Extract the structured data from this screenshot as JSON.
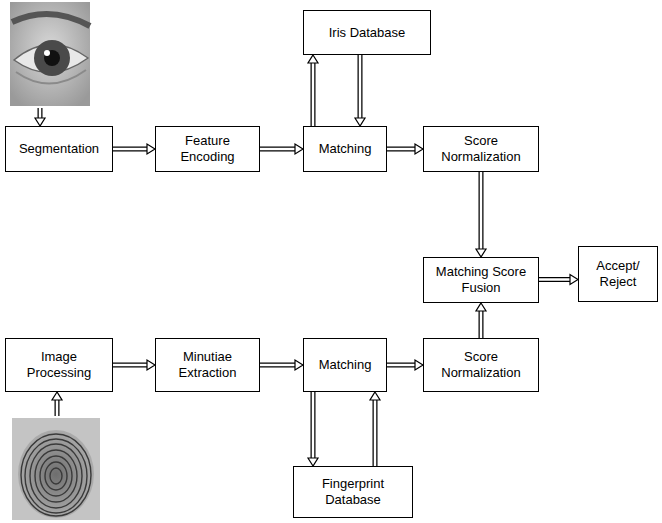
{
  "diagram": {
    "nodes": [
      {
        "text": [
          "Iris Database"
        ]
      },
      {
        "text": [
          "Segmentation"
        ]
      },
      {
        "text": [
          "Feature Encoding"
        ]
      },
      {
        "text": [
          "Matching"
        ]
      },
      {
        "text": [
          "Score Normalization"
        ]
      },
      {
        "text": [
          "Matching Score Fusion"
        ]
      },
      {
        "text": [
          "Accept/ Reject"
        ]
      },
      {
        "text": [
          "Image Processing"
        ]
      },
      {
        "text": [
          "Minutiae Extraction"
        ]
      },
      {
        "text": [
          "Matching"
        ]
      },
      {
        "text": [
          "Score Normalization"
        ]
      },
      {
        "text": [
          "Fingerprint Database"
        ]
      }
    ],
    "edges": [
      {
        "from": 1,
        "to": 2,
        "arrow": "to"
      },
      {
        "from": 2,
        "to": 3,
        "arrow": "to"
      },
      {
        "from": 3,
        "to": 0,
        "arrow": "to"
      },
      {
        "from": 0,
        "to": 3,
        "arrow": "to"
      },
      {
        "from": 3,
        "to": 4,
        "arrow": "to"
      },
      {
        "from": 4,
        "to": 5,
        "arrow": "to"
      },
      {
        "from": 5,
        "to": 6,
        "arrow": "to"
      },
      {
        "from": 7,
        "to": 8,
        "arrow": "to"
      },
      {
        "from": 8,
        "to": 9,
        "arrow": "to"
      },
      {
        "from": 9,
        "to": 11,
        "arrow": "to"
      },
      {
        "from": 11,
        "to": 9,
        "arrow": "to"
      },
      {
        "from": 9,
        "to": 10,
        "arrow": "to"
      },
      {
        "from": 10,
        "to": 5,
        "arrow": "to"
      }
    ]
  }
}
